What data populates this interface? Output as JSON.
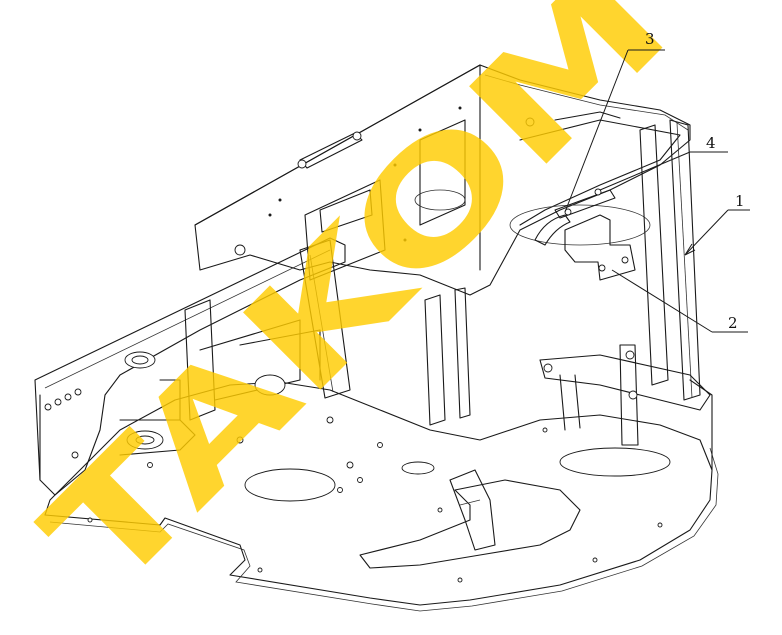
{
  "callouts": [
    {
      "id": "1",
      "label": "1"
    },
    {
      "id": "2",
      "label": "2"
    },
    {
      "id": "3",
      "label": "3"
    },
    {
      "id": "4",
      "label": "4"
    }
  ],
  "watermark": {
    "text": "TAKOM",
    "color": "#ffcc00"
  },
  "colors": {
    "line": "#1a1a1a",
    "background": "#ffffff"
  }
}
